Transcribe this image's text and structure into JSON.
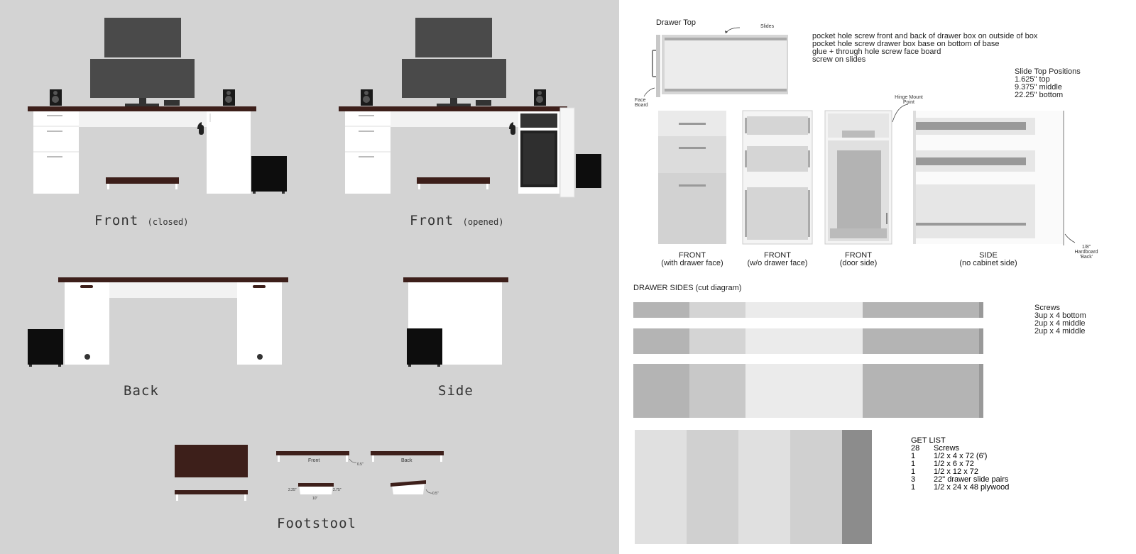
{
  "left": {
    "front_closed": {
      "title": "Front",
      "sub": "(closed)"
    },
    "front_opened": {
      "title": "Front",
      "sub": "(opened)"
    },
    "back": {
      "title": "Back"
    },
    "side": {
      "title": "Side"
    },
    "footstool": {
      "title": "Footstool",
      "front_label": "Front",
      "back_label": "Back",
      "dim_front": "0.5\"",
      "dim_left": "2.25\"",
      "dim_right": "2.75\"",
      "dim_bottom": "10\"",
      "dim_side": "0.5\""
    }
  },
  "right": {
    "drawer_top": {
      "title": "Drawer Top",
      "slides_label": "Slides",
      "face_board_label": "Face Board"
    },
    "notes": [
      "pocket hole screw front and back of drawer box on outside of box",
      "pocket hole screw drawer box base on bottom of base",
      "glue + through hole screw face board",
      "screw on slides"
    ],
    "slide_positions": {
      "title": "Slide Top Positions",
      "lines": [
        "1.625\" top",
        "9.375\" middle",
        "22.25\" bottom"
      ]
    },
    "hinge_label": "Hinge Mount Point",
    "hardboard_label": "1/8\" Hardboard 'Back'",
    "views": [
      {
        "line1": "FRONT",
        "line2": "(with drawer face)"
      },
      {
        "line1": "FRONT",
        "line2": "(w/o drawer face)"
      },
      {
        "line1": "FRONT",
        "line2": "(door side)"
      },
      {
        "line1": "SIDE",
        "line2": "(no cabinet side)"
      }
    ],
    "drawer_sides_title": "DRAWER SIDES (cut diagram)",
    "screws": {
      "title": "Screws",
      "lines": [
        "3up x 4 bottom",
        "2up x 4 middle",
        "2up x 4 middle"
      ]
    },
    "get_list": {
      "title": "GET LIST",
      "items": [
        {
          "qty": "28",
          "desc": "Screws"
        },
        {
          "qty": "1",
          "desc": "1/2 x 4 x 72 (6')"
        },
        {
          "qty": "1",
          "desc": "1/2 x 6 x 72"
        },
        {
          "qty": "1",
          "desc": "1/2 x 12 x 72"
        },
        {
          "qty": "3",
          "desc": "22\" drawer slide pairs"
        },
        {
          "qty": "1",
          "desc": "1/2 x 24 x 48 plywood"
        }
      ]
    }
  },
  "colors": {
    "left_bg": "#d3d3d3",
    "desktop": "#3d1f1a",
    "monitor": "#4a4a4a",
    "cabinet": "#ffffff",
    "subwoofer": "#0d0d0d"
  }
}
